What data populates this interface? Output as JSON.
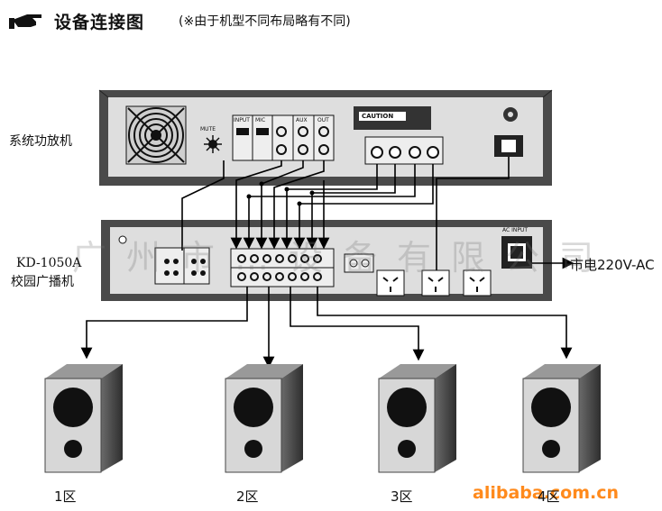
{
  "header": {
    "title": "设备连接图",
    "note": "(※由于机型不同布局略有不同)",
    "pointer_icon": "hand-pointer-icon"
  },
  "amplifier": {
    "label": "系统功放机",
    "mute_label": "MUTE",
    "caution_label": "CAUTION",
    "jack_labels": [
      "INPUT",
      "MIC",
      "AUX",
      "OUT"
    ]
  },
  "broadcaster": {
    "model": "KD-1050A",
    "label": "校园广播机",
    "ac_input_label": "AC INPUT"
  },
  "mains": {
    "label": "市电220V-AC"
  },
  "zones": [
    "1区",
    "2区",
    "3区",
    "4区"
  ],
  "watermarks": {
    "company": "广州市…设备有限公司",
    "site": "alibaba.com.cn"
  },
  "colors": {
    "panel_dark": "#4a4a4a",
    "panel_face": "#dedede",
    "line": "#000000",
    "watermark_orange": "#ff8a1c"
  }
}
